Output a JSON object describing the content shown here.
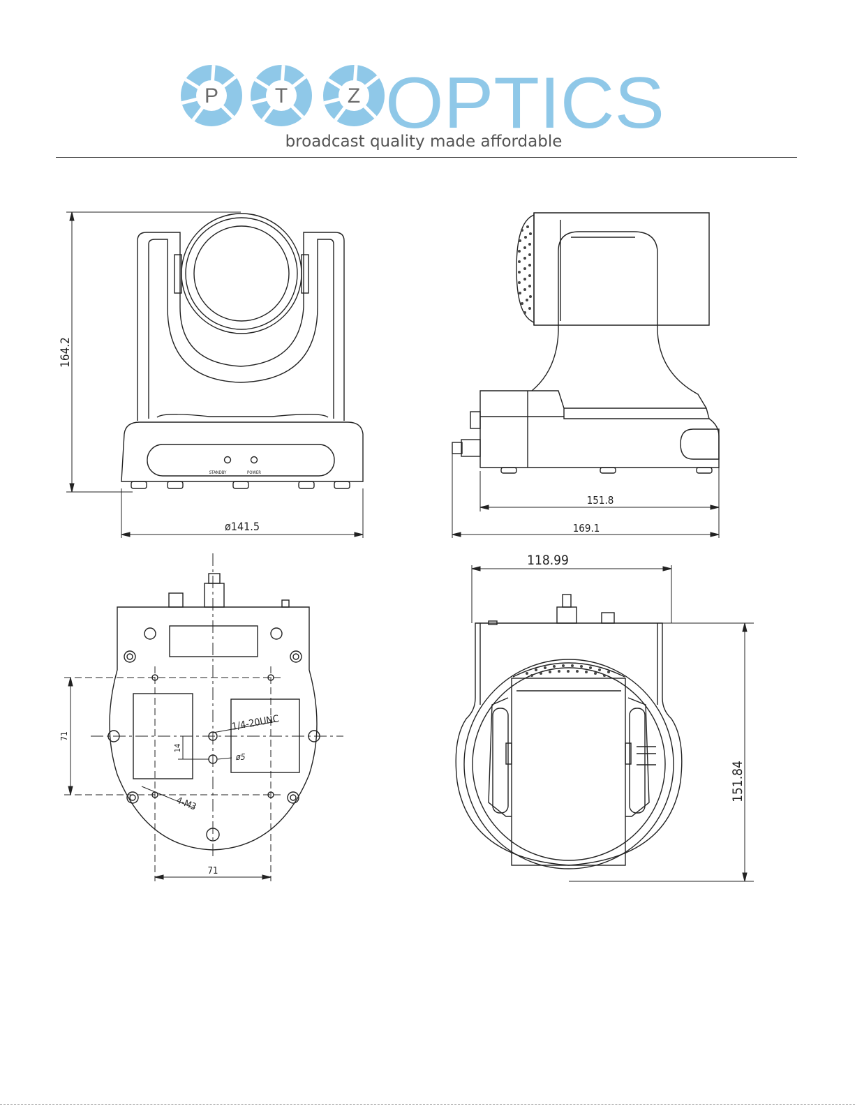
{
  "brand": {
    "logo_letters": [
      "P",
      "T",
      "Z"
    ],
    "logo_word": "OPTICS",
    "tagline": "broadcast quality made affordable",
    "accent": "#8fc8e8",
    "dark": "#6a6a6a"
  },
  "front_view": {
    "height_label": "164.2",
    "width_label": "ø141.5",
    "led_standby": "STANDBY",
    "led_power": "POWER"
  },
  "side_view": {
    "base_label": "151.8",
    "total_label": "169.1"
  },
  "bottom_view": {
    "vertical_label": "71",
    "horizontal_label": "71",
    "thread_label": "1/4-20UNC",
    "pin_label": "ø5",
    "offset_label": "14",
    "screw_label": "4-M3"
  },
  "rear_view": {
    "width_label": "118.99",
    "height_label": "151.84"
  }
}
